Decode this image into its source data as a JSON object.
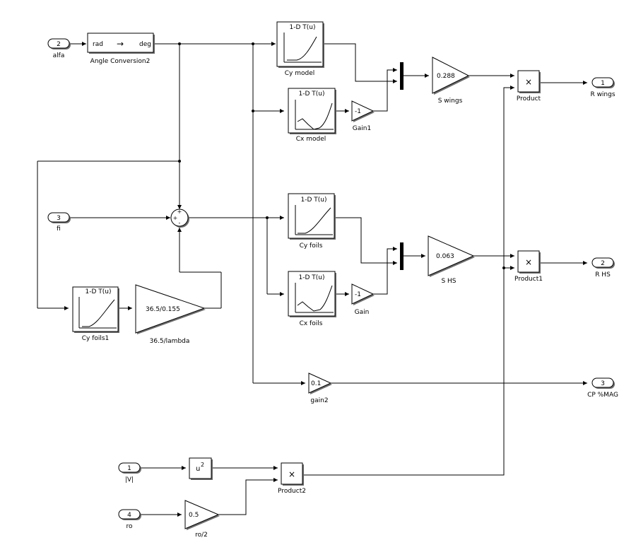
{
  "inports": {
    "alfa": {
      "num": "2",
      "label": "alfa"
    },
    "fi": {
      "num": "3",
      "label": "fi"
    },
    "v": {
      "num": "1",
      "label": "|V|"
    },
    "ro": {
      "num": "4",
      "label": "ro"
    }
  },
  "outports": {
    "r_wings": {
      "num": "1",
      "label": "R wings"
    },
    "r_hs": {
      "num": "2",
      "label": "R HS"
    },
    "cp": {
      "num": "3",
      "label": "CP %MAG"
    }
  },
  "angle_conversion": {
    "in_unit": "rad",
    "out_unit": "deg",
    "arrow": "→",
    "label": "Angle Conversion2"
  },
  "sum": {
    "signs": [
      "+",
      "+",
      "-"
    ]
  },
  "lookup": {
    "title": "1-D T(u)",
    "cy_model": "Cy model",
    "cx_model": "Cx model",
    "cy_foils": "Cy foils",
    "cx_foils": "Cx foils",
    "cy_foils1": "Cy foils1"
  },
  "gains": {
    "gain1": {
      "value": "-1",
      "label": "Gain1"
    },
    "gain": {
      "value": "-1",
      "label": "Gain"
    },
    "s_wings": {
      "value": "0.288",
      "label": "S wings"
    },
    "s_hs": {
      "value": "0.063",
      "label": "S HS"
    },
    "lambda": {
      "value": "36.5/0.155",
      "label": "36.5/lambda"
    },
    "gain2": {
      "value": "0.1",
      "label": "gain2"
    },
    "ro2": {
      "value": "0.5",
      "label": "ro/2"
    }
  },
  "products": {
    "product": {
      "symbol": "×",
      "label": "Product"
    },
    "product1": {
      "symbol": "×",
      "label": "Product1"
    },
    "product2": {
      "symbol": "×",
      "label": "Product2"
    }
  },
  "math": {
    "base": "u",
    "exp": "2"
  }
}
